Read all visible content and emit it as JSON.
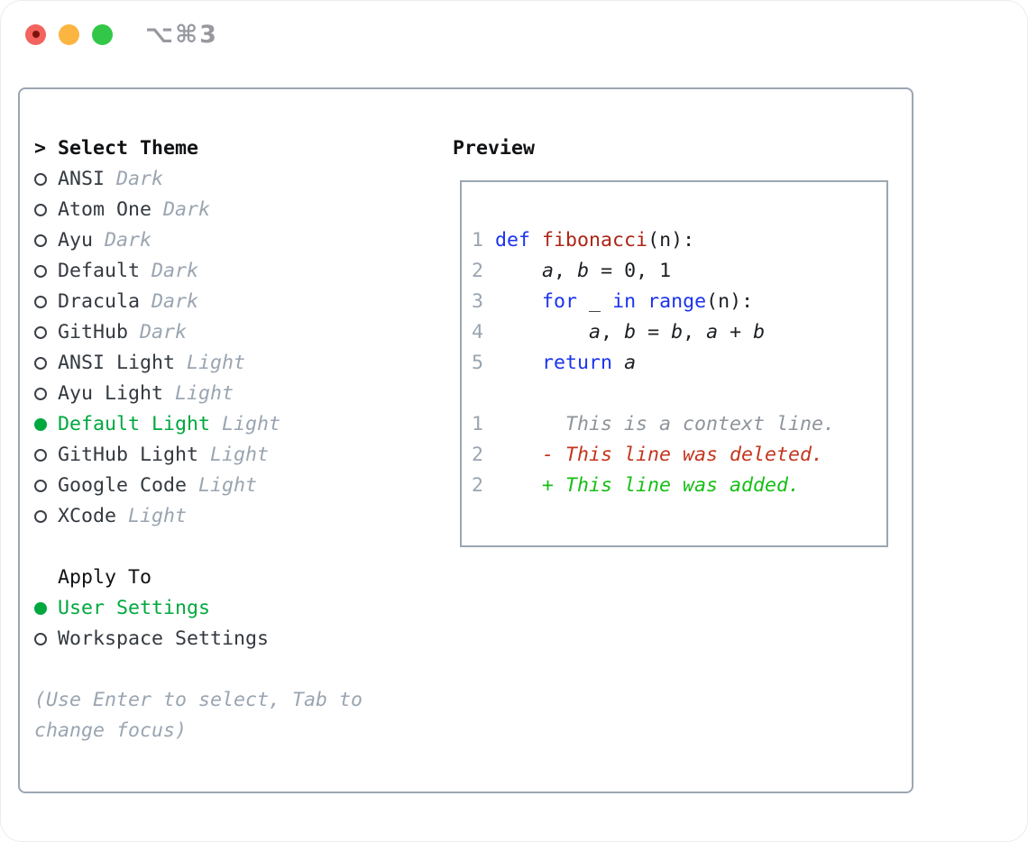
{
  "window": {
    "shortcut": "⌥⌘3"
  },
  "theme_panel": {
    "title_prefix": ">",
    "title": "Select Theme",
    "items": [
      {
        "name": "ANSI",
        "variant": "Dark",
        "selected": false
      },
      {
        "name": "Atom One",
        "variant": "Dark",
        "selected": false
      },
      {
        "name": "Ayu",
        "variant": "Dark",
        "selected": false
      },
      {
        "name": "Default",
        "variant": "Dark",
        "selected": false
      },
      {
        "name": "Dracula",
        "variant": "Dark",
        "selected": false
      },
      {
        "name": "GitHub",
        "variant": "Dark",
        "selected": false
      },
      {
        "name": "ANSI Light",
        "variant": "Light",
        "selected": false
      },
      {
        "name": "Ayu Light",
        "variant": "Light",
        "selected": false
      },
      {
        "name": "Default Light",
        "variant": "Light",
        "selected": true
      },
      {
        "name": "GitHub Light",
        "variant": "Light",
        "selected": false
      },
      {
        "name": "Google Code",
        "variant": "Light",
        "selected": false
      },
      {
        "name": "XCode",
        "variant": "Light",
        "selected": false
      }
    ]
  },
  "apply_panel": {
    "title": "Apply To",
    "options": [
      {
        "label": "User Settings",
        "selected": true
      },
      {
        "label": "Workspace Settings",
        "selected": false
      }
    ]
  },
  "help_text": [
    "(Use Enter to select, Tab to",
    "change focus)"
  ],
  "preview": {
    "title": "Preview",
    "lines": [
      {
        "segs": [
          [
            "1 ",
            "num"
          ],
          [
            "def",
            "kw"
          ],
          [
            " ",
            "pl"
          ],
          [
            "fibonacci",
            "fn"
          ],
          [
            "(n):",
            "pl"
          ]
        ]
      },
      {
        "segs": [
          [
            "2 ",
            "num"
          ],
          [
            "    ",
            "pl"
          ],
          [
            "a",
            "var"
          ],
          [
            ", ",
            "pl"
          ],
          [
            "b",
            "var"
          ],
          [
            " = ",
            "pl"
          ],
          [
            "0, 1",
            "pl"
          ]
        ]
      },
      {
        "segs": [
          [
            "3 ",
            "num"
          ],
          [
            "    ",
            "pl"
          ],
          [
            "for",
            "kw"
          ],
          [
            " _ ",
            "pl"
          ],
          [
            "in",
            "kw"
          ],
          [
            " ",
            "pl"
          ],
          [
            "range",
            "kw"
          ],
          [
            "(n):",
            "pl"
          ]
        ]
      },
      {
        "segs": [
          [
            "4 ",
            "num"
          ],
          [
            "        ",
            "pl"
          ],
          [
            "a",
            "var"
          ],
          [
            ", ",
            "pl"
          ],
          [
            "b",
            "var"
          ],
          [
            " = ",
            "pl"
          ],
          [
            "b",
            "var"
          ],
          [
            ", ",
            "pl"
          ],
          [
            "a",
            "var"
          ],
          [
            " + ",
            "pl"
          ],
          [
            "b",
            "var"
          ]
        ]
      },
      {
        "segs": [
          [
            "5 ",
            "num"
          ],
          [
            "    ",
            "pl"
          ],
          [
            "return",
            "kw"
          ],
          [
            " ",
            "pl"
          ],
          [
            "a",
            "var"
          ]
        ]
      },
      {
        "segs": []
      },
      {
        "segs": [
          [
            "1 ",
            "num"
          ],
          [
            "      ",
            "pl"
          ],
          [
            "This is a context line.",
            "ctx"
          ]
        ]
      },
      {
        "segs": [
          [
            "2 ",
            "num"
          ],
          [
            "    ",
            "pl"
          ],
          [
            "- This line was deleted.",
            "del"
          ]
        ]
      },
      {
        "segs": [
          [
            "2 ",
            "num"
          ],
          [
            "    ",
            "pl"
          ],
          [
            "+ This line was added.",
            "add"
          ]
        ]
      }
    ]
  },
  "colors": {
    "accent_green": "#00a83e",
    "keyword_blue": "#1b33ee",
    "function_red": "#ad2517",
    "diff_del_red": "#c4361f",
    "diff_add_green": "#15bf15",
    "muted_gray": "#9aa5b1",
    "context_gray": "#8e949b",
    "border_gray": "#9ca6b2",
    "traffic_red": "#f4635d",
    "traffic_yellow": "#fbb540",
    "traffic_green": "#33c748"
  }
}
